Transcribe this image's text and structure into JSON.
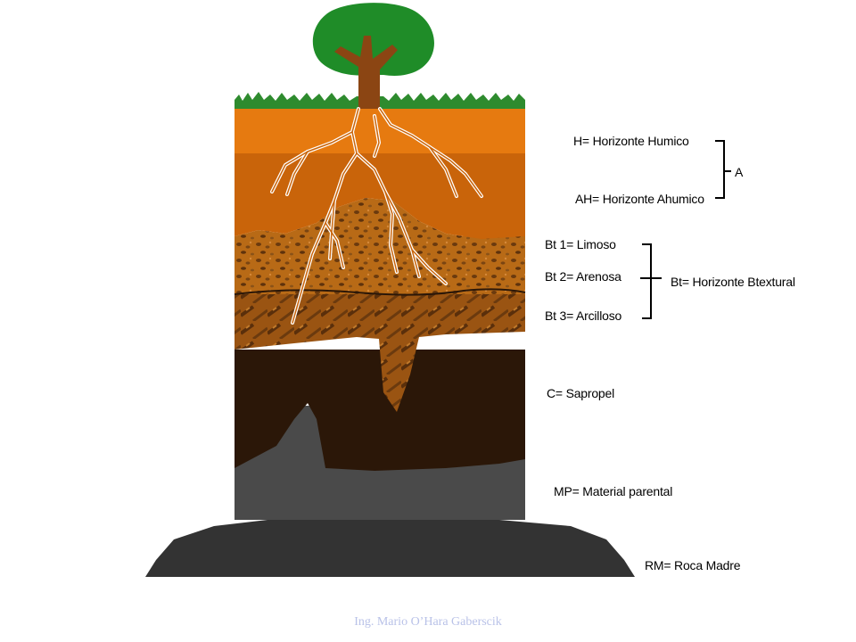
{
  "labels": {
    "h": "H= Horizonte Humico",
    "ah": "AH= Horizonte Ahumico",
    "a": "A",
    "bt1": "Bt 1= Limoso",
    "bt2": "Bt 2= Arenosa",
    "bt3": "Bt 3= Arcilloso",
    "bt": "Bt= Horizonte Btextural",
    "c": "C= Sapropel",
    "mp": "MP= Material parental",
    "rm": "RM= Roca Madre"
  },
  "credit": "Ing. Mario O’Hara Gaberscik",
  "colors": {
    "humic": "#e67a10",
    "ahumic": "#c9640a",
    "bt": "#a95a10",
    "sapropel": "#2b1708",
    "parent": "#4a4a4a",
    "bedrock": "#333333",
    "canopy": "#1f8c28",
    "trunk": "#8b4513",
    "grass": "#2e8b2e"
  }
}
